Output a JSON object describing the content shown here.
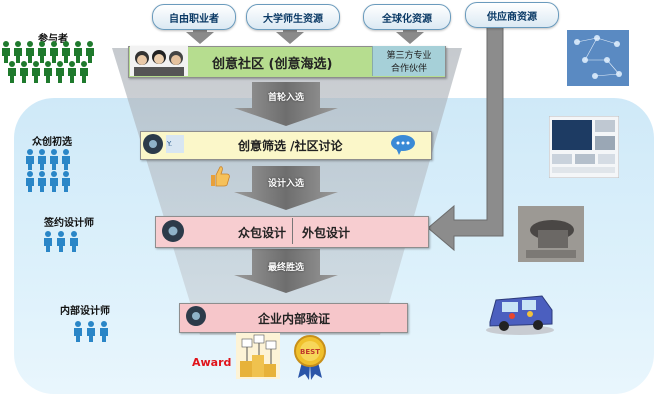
{
  "sources": {
    "freelancer": "自由职业者",
    "university": "大学师生资源",
    "global": "全球化资源",
    "supplier": "供应商资源"
  },
  "left_labels": {
    "participants": "参与者",
    "crowd": "众创初选",
    "contracted": "签约设计师",
    "internal": "内部设计师"
  },
  "stages": {
    "community": "创意社区 (创意海选)",
    "third_party_line1": "第三方专业",
    "third_party_line2": "合作伙伴",
    "screening": "创意筛选 /社区讨论",
    "crowd_design": "众包设计",
    "outsource_design": "外包设计",
    "verification": "企业内部验证"
  },
  "steps": {
    "first": "首轮入选",
    "design": "设计入选",
    "final": "最终胜选"
  },
  "award": "Award",
  "best_badge": "BEST",
  "colors": {
    "community_fill": "#b6dd8f",
    "screening_fill": "#fbf7c9",
    "design_fill": "#f7cdd0",
    "verify_fill": "#f6c6ca",
    "panel": "#d6eef9",
    "arrow": "#7a7a7a"
  }
}
